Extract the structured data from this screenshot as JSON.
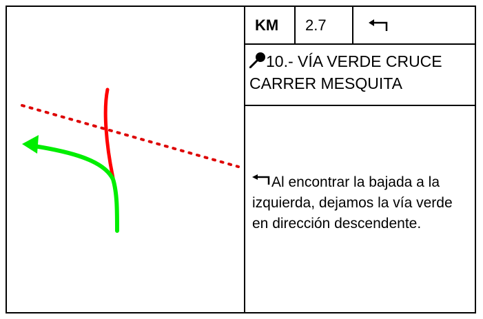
{
  "header": {
    "km_label": "KM",
    "km_value": "2.7",
    "turn_icon": "turn-left-arrow-icon"
  },
  "waypoint": {
    "icon": "map-pin-icon",
    "title": "10.- VÍA VERDE CRUCE CARRER MESQUITA"
  },
  "description": {
    "icon": "turn-left-arrow-icon",
    "text": "Al encontrar la bajada a la izquierda, dejamos la vía verde en dirección descendente."
  },
  "map": {
    "colors": {
      "route_forward": "#00ee00",
      "route_not_taken": "#ff0000",
      "dotted_path": "#dd0000"
    }
  }
}
